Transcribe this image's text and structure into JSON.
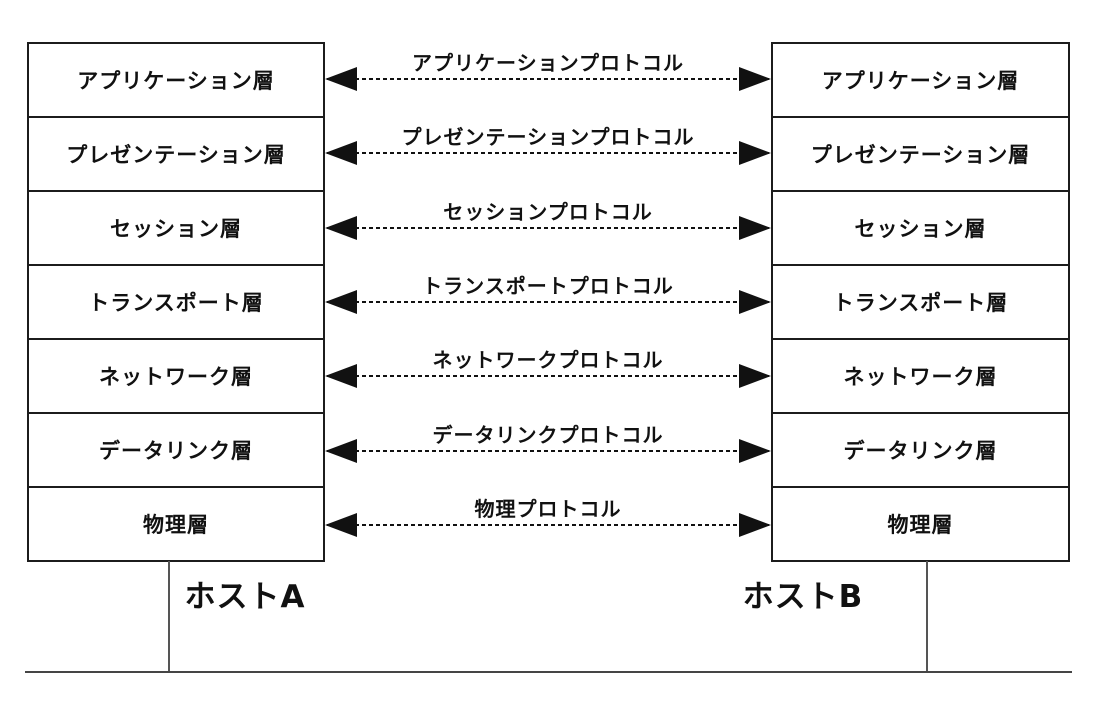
{
  "diagram_type": "OSI 7-layer reference model, two hosts with peer protocols",
  "hosts": {
    "left": "ホストA",
    "right": "ホストB"
  },
  "layers": [
    {
      "name": "アプリケーション層",
      "protocol": "アプリケーションプロトコル"
    },
    {
      "name": "プレゼンテーション層",
      "protocol": "プレゼンテーションプロトコル"
    },
    {
      "name": "セッション層",
      "protocol": "セッションプロトコル"
    },
    {
      "name": "トランスポート層",
      "protocol": "トランスポートプロトコル"
    },
    {
      "name": "ネットワーク層",
      "protocol": "ネットワークプロトコル"
    },
    {
      "name": "データリンク層",
      "protocol": "データリンクプロトコル"
    },
    {
      "name": "物理層",
      "protocol": "物理プロトコル"
    }
  ],
  "colors": {
    "background": "#ffffff",
    "box_border": "#1c1c1c",
    "arrow": "#111111",
    "text": "#111111",
    "connector_line": "#555555",
    "baseline": "#454545"
  }
}
